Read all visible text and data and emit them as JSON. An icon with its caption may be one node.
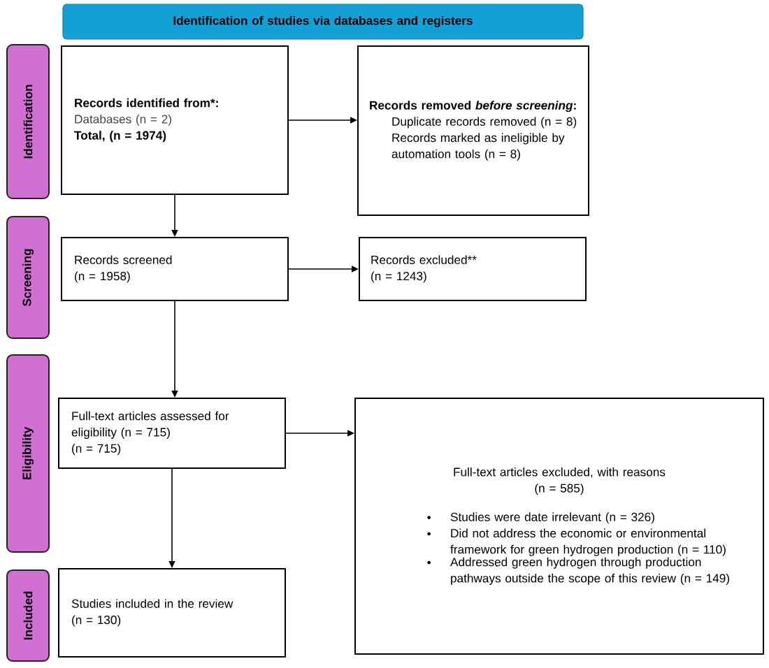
{
  "diagram": {
    "nodes": [
      {
        "text": [
          "Identification of studies via databases and registers"
        ]
      },
      {
        "text": [
          "Identification"
        ]
      },
      {
        "text": [
          "Screening"
        ]
      },
      {
        "text": [
          "Eligibility"
        ]
      },
      {
        "text": [
          "Included"
        ]
      },
      {
        "text": [
          "Records identified from*:",
          "Databases (n = 2)",
          "Total, (n = 1974)"
        ]
      },
      {
        "text": [
          "Records removed *before screening*:",
          "Duplicate records removed (n = 8)",
          "Records marked as ineligible by automation tools (n = 8)"
        ]
      },
      {
        "text": [
          "Records screened",
          "(n = 1958)"
        ]
      },
      {
        "text": [
          "Records excluded**",
          "(n = 1243)"
        ]
      },
      {
        "text": [
          "Full-text articles assessed for eligibility (n = 715)",
          "(n = 715)"
        ]
      },
      {
        "text": [
          "Full-text articles excluded, with reasons",
          "(n = 585)",
          "Studies were date irrelevant (n = 326)",
          "Did not address the economic or environmental framework for green hydrogen production (n = 110)",
          "Addressed green hydrogen through production pathways outside the scope of this review (n = 149)"
        ]
      },
      {
        "text": [
          "Studies included in the review",
          "(n = 130)"
        ]
      }
    ],
    "edges": [
      {
        "from": 5,
        "to": 6,
        "arrow": "to"
      },
      {
        "from": 5,
        "to": 7,
        "arrow": "to"
      },
      {
        "from": 7,
        "to": 8,
        "arrow": "to"
      },
      {
        "from": 7,
        "to": 9,
        "arrow": "to"
      },
      {
        "from": 9,
        "to": 10,
        "arrow": "to"
      },
      {
        "from": 9,
        "to": 11,
        "arrow": "to"
      }
    ]
  }
}
